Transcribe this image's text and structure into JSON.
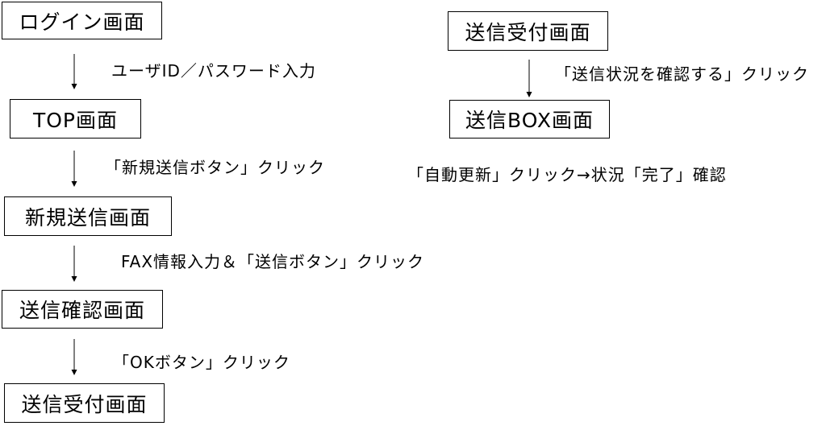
{
  "left_flow": {
    "nodes": [
      "ログイン画面",
      "TOP画面",
      "新規送信画面",
      "送信確認画面",
      "送信受付画面"
    ],
    "edges": [
      "ユーザID／パスワード入力",
      "「新規送信ボタン」クリック",
      "FAX情報入力＆「送信ボタン」クリック",
      "「OKボタン」クリック"
    ]
  },
  "right_flow": {
    "nodes": [
      "送信受付画面",
      "送信BOX画面"
    ],
    "edges": [
      "「送信状況を確認する」クリック"
    ],
    "note": "「自動更新」クリック→状況「完了」確認"
  },
  "colors": {
    "stroke": "#000000",
    "background": "#ffffff"
  }
}
